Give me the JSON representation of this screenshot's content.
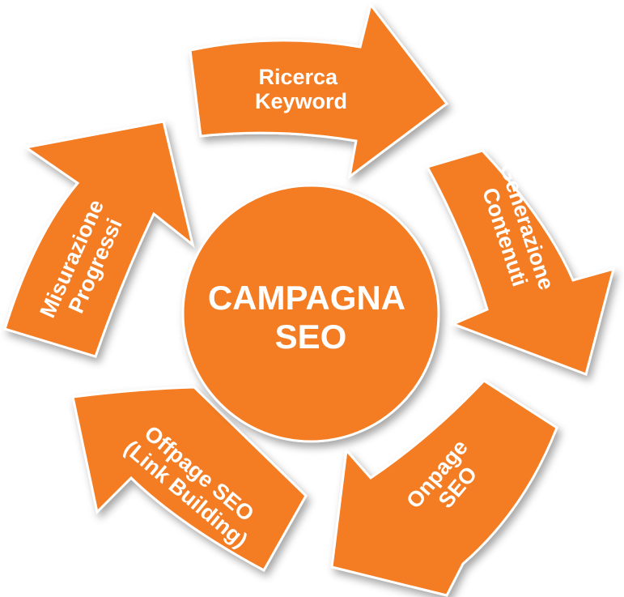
{
  "diagram": {
    "center": {
      "line1": "CAMPAGNA",
      "line2": "SEO"
    },
    "steps": [
      {
        "line1": "Ricerca",
        "line2": "Keyword"
      },
      {
        "line1": "Generazione",
        "line2": "Contenuti"
      },
      {
        "line1": "Onpage",
        "line2": "SEO"
      },
      {
        "line1": "Offpage SEO",
        "line2": "(Link Building)"
      },
      {
        "line1": "Misurazione",
        "line2": "Progressi"
      }
    ],
    "colors": {
      "fill": "#F47B20",
      "shadow": "#9a9a9a",
      "text": "#ffffff"
    }
  }
}
